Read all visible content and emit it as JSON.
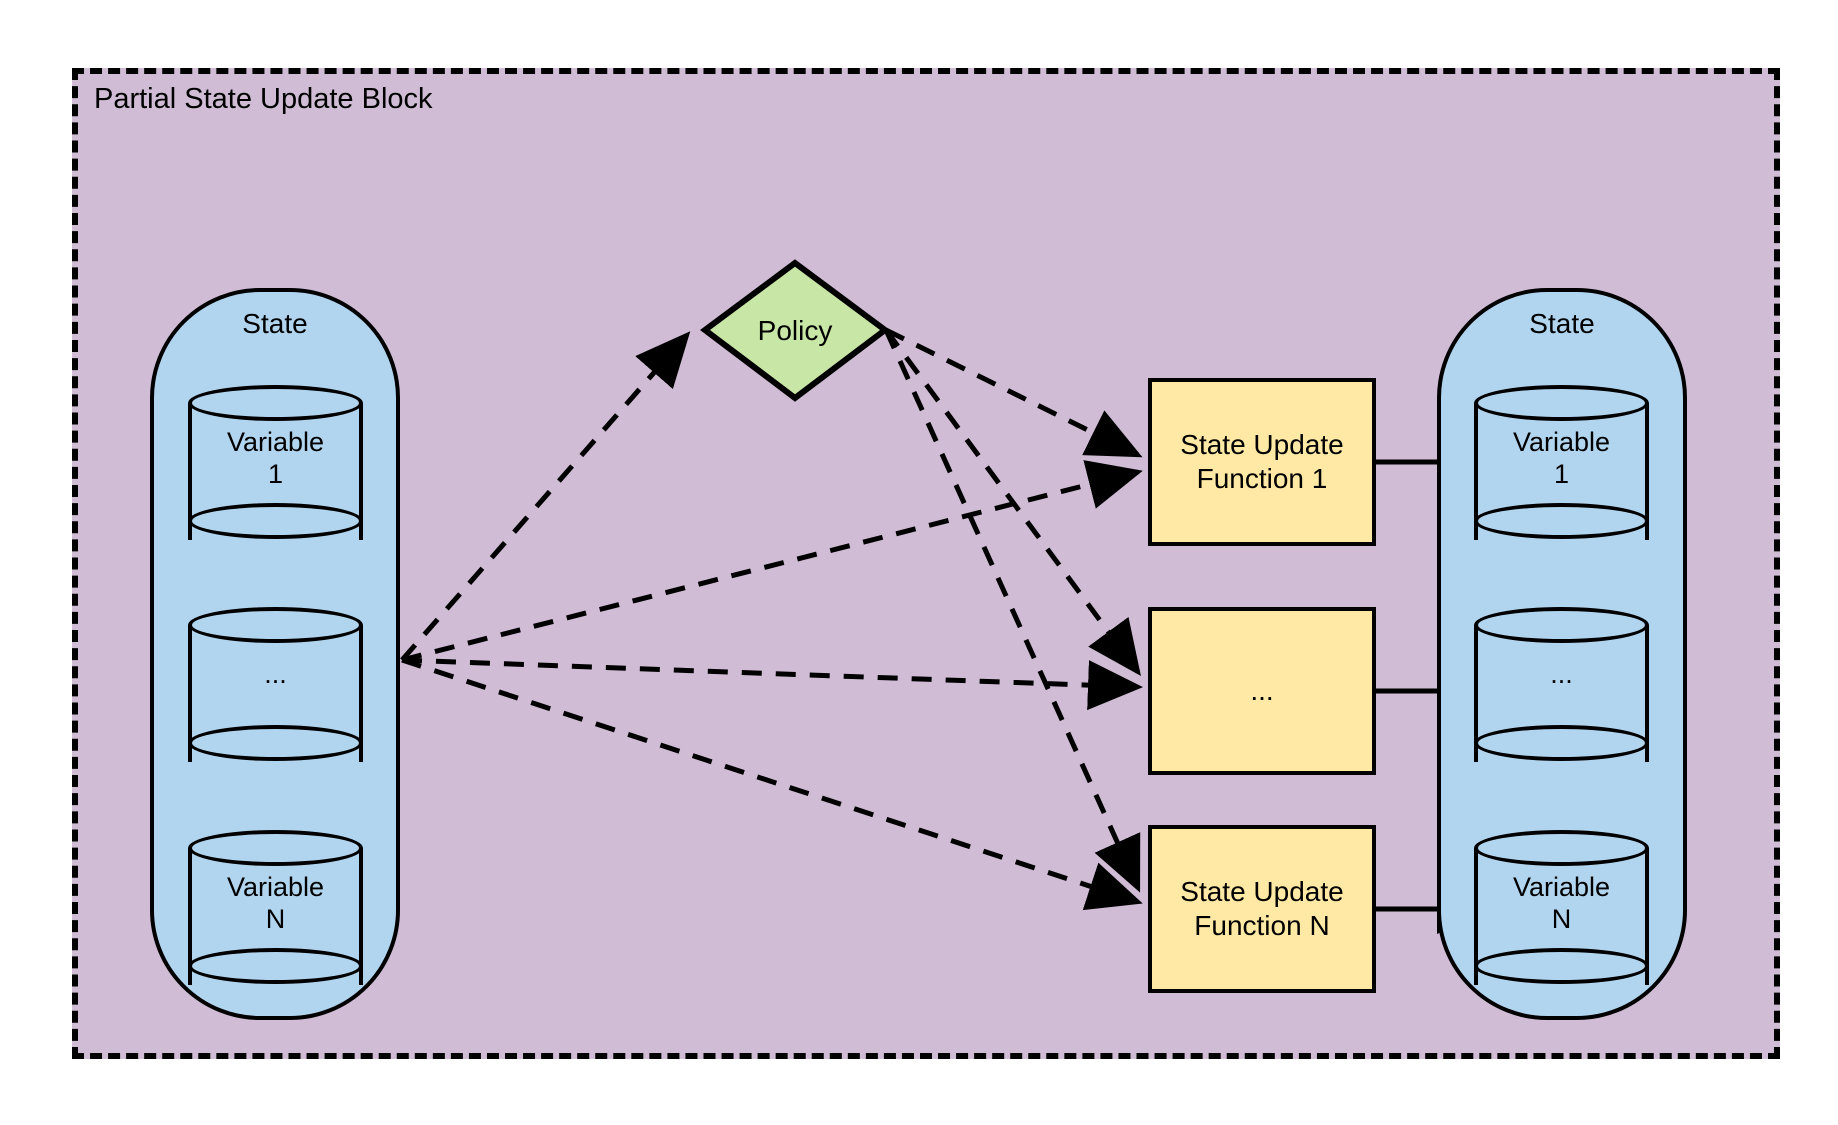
{
  "diagram": {
    "title": "Partial State Update Block",
    "type": "flowchart",
    "colors": {
      "block_background": "#d0bcd5",
      "state_container": "#b1d5ef",
      "policy": "#c8e6a6",
      "state_update_function": "#ffe9a5",
      "stroke": "#000000",
      "page_background": "#ffffff"
    }
  },
  "state_input": {
    "label": "State",
    "variables": [
      {
        "line1": "Variable",
        "line2": "1"
      },
      {
        "line1": "...",
        "line2": ""
      },
      {
        "line1": "Variable",
        "line2": "N"
      }
    ]
  },
  "state_output": {
    "label": "State",
    "variables": [
      {
        "line1": "Variable",
        "line2": "1"
      },
      {
        "line1": "...",
        "line2": ""
      },
      {
        "line1": "Variable",
        "line2": "N"
      }
    ]
  },
  "policy": {
    "label": "Policy",
    "shape": "diamond"
  },
  "state_update_functions": [
    {
      "line1": "State Update",
      "line2": "Function 1"
    },
    {
      "line1": "...",
      "line2": ""
    },
    {
      "line1": "State Update",
      "line2": "Function N"
    }
  ],
  "edges": {
    "style_dashed": "dashed",
    "style_solid": "solid",
    "from_state_to_policy": "dashed",
    "from_state_to_functions": "dashed",
    "from_policy_to_functions": "dashed",
    "from_functions_to_state": "solid"
  }
}
